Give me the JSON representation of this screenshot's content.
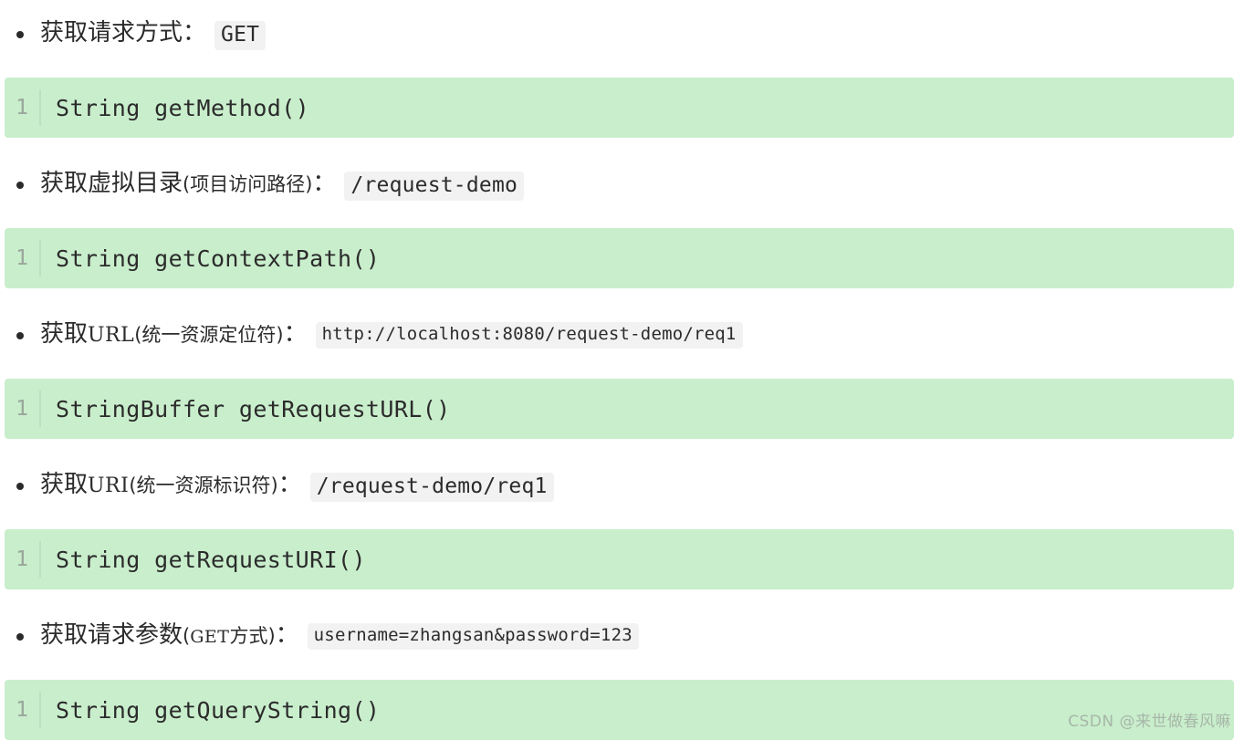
{
  "sections": [
    {
      "bullet": {
        "label_cn": "获取请求方式",
        "label_latin": "",
        "paren": "",
        "colon": "：",
        "value": "GET",
        "value_size": "normal"
      },
      "code": {
        "line_number": "1",
        "text": "String getMethod()"
      }
    },
    {
      "bullet": {
        "label_cn": "获取虚拟目录",
        "label_latin": "",
        "paren": "(项目访问路径)",
        "colon": "：",
        "value": "/request-demo",
        "value_size": "normal"
      },
      "code": {
        "line_number": "1",
        "text": "String getContextPath()"
      }
    },
    {
      "bullet": {
        "label_cn": "获取",
        "label_latin": "URL",
        "paren": "(统一资源定位符)",
        "colon": "：",
        "value": "http://localhost:8080/request-demo/req1",
        "value_size": "small"
      },
      "code": {
        "line_number": "1",
        "text": "StringBuffer getRequestURL()"
      }
    },
    {
      "bullet": {
        "label_cn": "获取",
        "label_latin": "URI",
        "paren": "(统一资源标识符)",
        "colon": "：",
        "value": "/request-demo/req1",
        "value_size": "normal"
      },
      "code": {
        "line_number": "1",
        "text": "String getRequestURI()"
      }
    },
    {
      "bullet": {
        "label_cn": "获取请求参数",
        "label_latin": "",
        "paren": "(GET方式)",
        "paren_latin": "GET",
        "paren_cn": "方式",
        "colon": "：",
        "value": "username=zhangsan&password=123",
        "value_size": "small"
      },
      "code": {
        "line_number": "1",
        "text": "String getQueryString()"
      }
    }
  ],
  "watermark": {
    "text": "CSDN @来世做春风嘛"
  },
  "colors": {
    "code_block_bg": "#c9eecc",
    "inline_code_bg": "#f2f2f2",
    "text": "#2b2b2b",
    "gutter_text": "#9aa69b",
    "watermark_text": "#a7b7a8"
  }
}
